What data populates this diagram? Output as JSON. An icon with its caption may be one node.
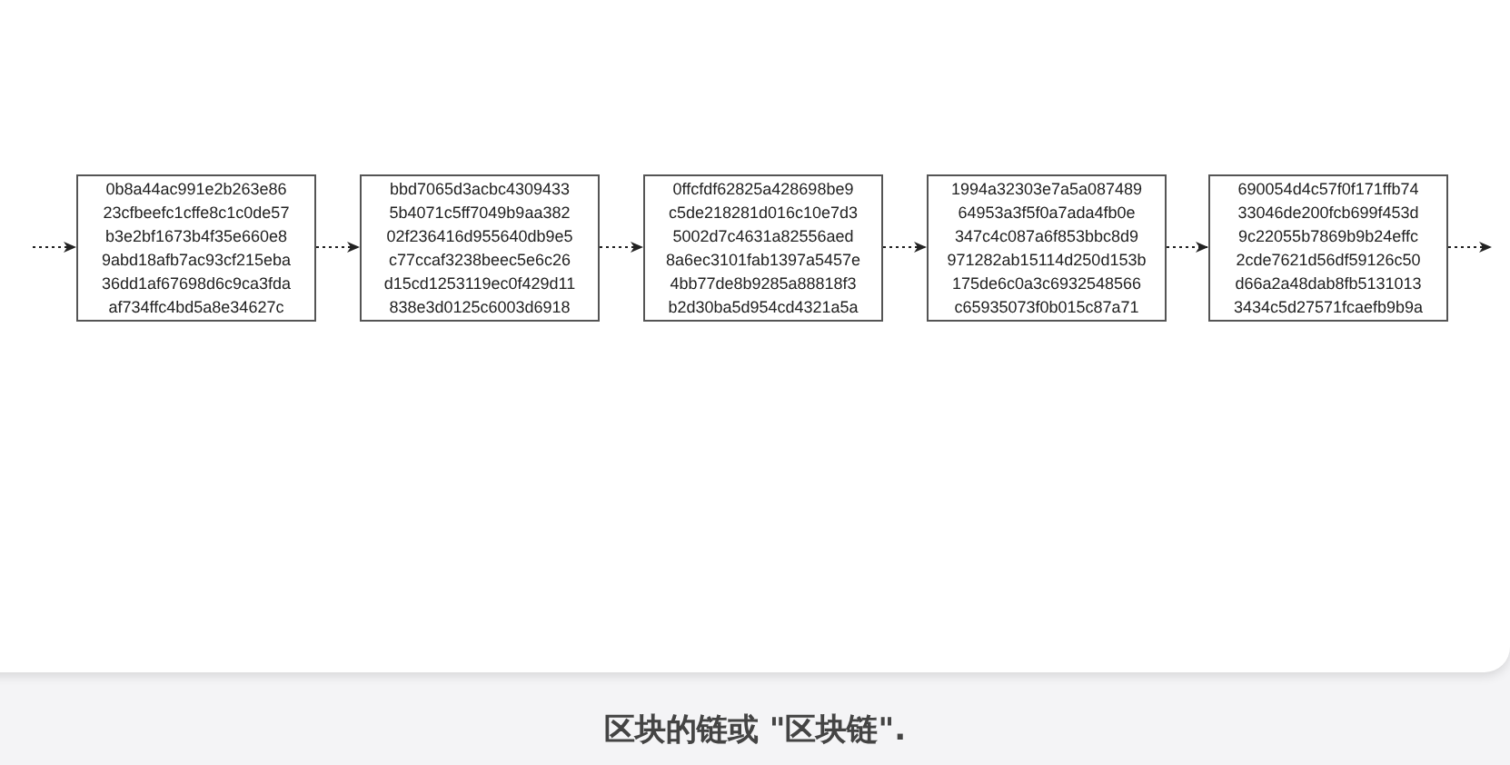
{
  "diagram": {
    "caption": "区块的链或 \"区块链\".",
    "nodes": [
      {
        "text": [
          "0b8a44ac991e2b263e86 23cfbeefc1cffe8c1c0de57 b3e2bf1673b4f35e660e8 9abd18afb7ac93cf215eba 36dd1af67698d6c9ca3fda af734ffc4bd5a8e34627c"
        ]
      },
      {
        "text": [
          "bbd7065d3acbc4309433 5b4071c5ff7049b9aa382 02f236416d955640db9e5 c77ccaf3238beec5e6c26 d15cd1253119ec0f429d11 838e3d0125c6003d6918"
        ]
      },
      {
        "text": [
          "0ffcfdf62825a428698be9 c5de218281d016c10e7d3 5002d7c4631a82556aed 8a6ec3101fab1397a5457e 4bb77de8b9285a88818f3 b2d30ba5d954cd4321a5a"
        ]
      },
      {
        "text": [
          "1994a32303e7a5a087489 64953a3f5f0a7ada4fb0e 347c4c087a6f853bbc8d9 971282ab15114d250d153b 175de6c0a3c6932548566 c65935073f0b015c87a71"
        ]
      },
      {
        "text": [
          "690054d4c57f0f171ffb74 33046de200fcb699f453d 9c22055b7869b9b24effc 2cde7621d56df59126c50 d66a2a48dab8fb5131013 3434c5d27571fcaefb9b9a"
        ]
      }
    ],
    "edges": [
      {
        "from": null,
        "to": 0,
        "arrow": "to"
      },
      {
        "from": 0,
        "to": 1,
        "arrow": "to"
      },
      {
        "from": 1,
        "to": 2,
        "arrow": "to"
      },
      {
        "from": 2,
        "to": 3,
        "arrow": "to"
      },
      {
        "from": 3,
        "to": 4,
        "arrow": "to"
      },
      {
        "from": 4,
        "to": null,
        "arrow": "to"
      }
    ]
  }
}
